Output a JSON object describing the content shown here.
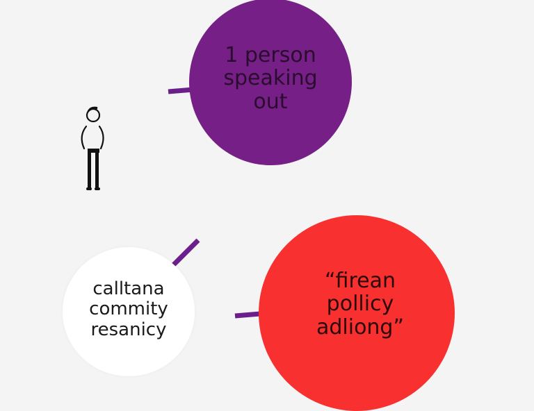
{
  "diagram": {
    "background": "#f4f4f4",
    "nodes": [
      {
        "id": "speaking",
        "label": "1 person\nspeaking\nout",
        "color": "#761f87"
      },
      {
        "id": "community",
        "label": "calltana\ncommity\nresanicy",
        "color": "#ffffff"
      },
      {
        "id": "policy",
        "label": "“firean\npollicy\nadliong”",
        "color": "#f8302f"
      }
    ],
    "connector_color": "#6b1f8a",
    "icons": {
      "person": "standing-person-icon"
    }
  }
}
